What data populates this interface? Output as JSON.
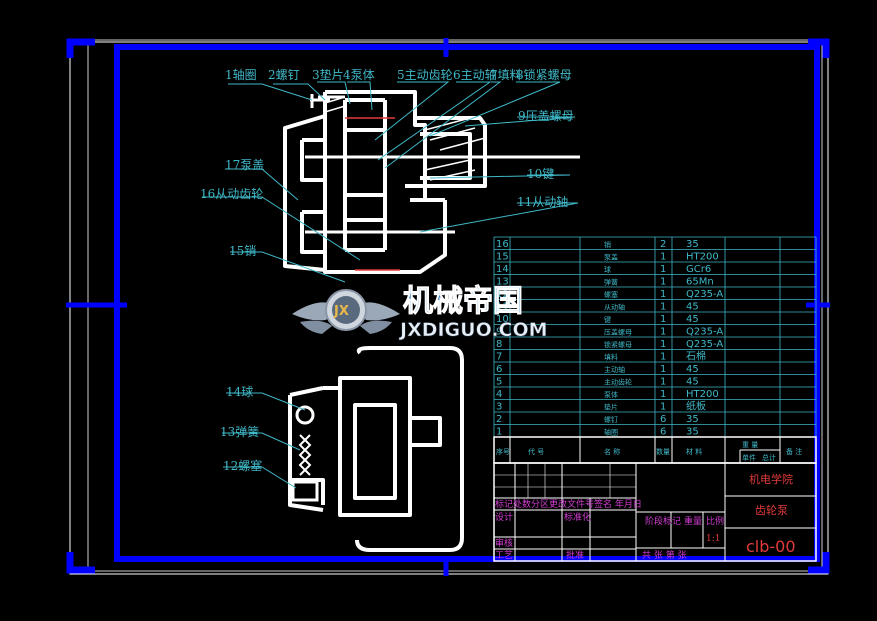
{
  "callouts": {
    "c1": "1轴圈",
    "c2": "2螺钉",
    "c3": "3垫片",
    "c4": "4泵体",
    "c5": "5主动齿轮",
    "c6": "6主动轴",
    "c7": "7填料",
    "c8": "8锁紧螺母",
    "c9": "9压盖螺母",
    "c10": "10键",
    "c11": "11从动轴",
    "c12": "12螺塞",
    "c13": "13弹簧",
    "c14": "14球",
    "c15": "15销",
    "c16": "16从动齿轮",
    "c17": "17泵盖"
  },
  "parts_list": [
    {
      "no": "16",
      "name": "销",
      "qty": "2",
      "material": "35"
    },
    {
      "no": "15",
      "name": "泵盖",
      "qty": "1",
      "material": "HT200"
    },
    {
      "no": "14",
      "name": "球",
      "qty": "1",
      "material": "GCr6"
    },
    {
      "no": "13",
      "name": "弹簧",
      "qty": "1",
      "material": "65Mn"
    },
    {
      "no": "12",
      "name": "螺塞",
      "qty": "1",
      "material": "Q235-A"
    },
    {
      "no": "11",
      "name": "从动轴",
      "qty": "1",
      "material": "45"
    },
    {
      "no": "10",
      "name": "键",
      "qty": "1",
      "material": "45"
    },
    {
      "no": "9",
      "name": "压盖螺母",
      "qty": "1",
      "material": "Q235-A"
    },
    {
      "no": "8",
      "name": "锁紧螺母",
      "qty": "1",
      "material": "Q235-A"
    },
    {
      "no": "7",
      "name": "填料",
      "qty": "1",
      "material": "石棉"
    },
    {
      "no": "6",
      "name": "主动轴",
      "qty": "1",
      "material": "45"
    },
    {
      "no": "5",
      "name": "主动齿轮",
      "qty": "1",
      "material": "45"
    },
    {
      "no": "4",
      "name": "泵体",
      "qty": "1",
      "material": "HT200"
    },
    {
      "no": "3",
      "name": "垫片",
      "qty": "1",
      "material": "纸板"
    },
    {
      "no": "2",
      "name": "螺钉",
      "qty": "6",
      "material": "35"
    },
    {
      "no": "1",
      "name": "轴圈",
      "qty": "6",
      "material": "35"
    }
  ],
  "parts_header": {
    "no": "序号",
    "code": "代  号",
    "name": "名  称",
    "qty": "数量",
    "material": "材  料",
    "single": "单件",
    "total": "总计",
    "weight": "重  量",
    "note": "备 注"
  },
  "title_block": {
    "school": "机电学院",
    "drawing_name": "齿轮泵",
    "drawing_no": "clb-00",
    "scale": "1:1",
    "row_marks": "标记处数分区更改文件号签名 年月日",
    "design": "设计",
    "standardize": "标准化",
    "stage_mark": "阶段标记",
    "weight": "重量",
    "scale_label": "比例",
    "review": "审核",
    "process": "工艺",
    "approve": "批准",
    "sheets": "共  张 第  张"
  },
  "watermark": {
    "cn": "机械帝国",
    "en": "JXDIGUO.COM",
    "badge": "JX"
  },
  "colors": {
    "frame": "#0000ff",
    "cyan": "#3fb8c8",
    "red": "#e23a3a",
    "magenta": "#d23cd2",
    "white": "#ffffff"
  }
}
